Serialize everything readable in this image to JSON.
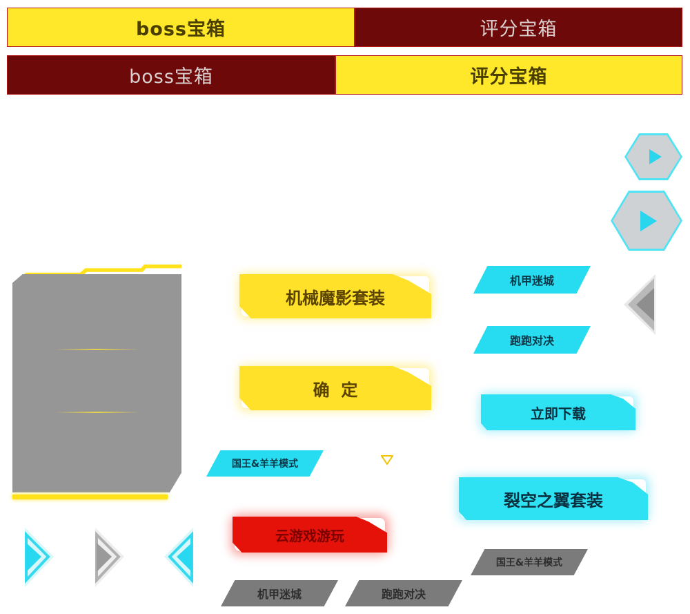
{
  "tabs_row1": [
    {
      "label": "boss宝箱",
      "active": true
    },
    {
      "label": "评分宝箱",
      "active": false
    }
  ],
  "tabs_row2": [
    {
      "label": "boss宝箱",
      "active": false
    },
    {
      "label": "评分宝箱",
      "active": true
    }
  ],
  "buttons": {
    "mecha_shadow_suit": "机械魔影套装",
    "confirm": "确  定",
    "download_now": "立即下载",
    "rift_wings_suit": "裂空之翼套装",
    "cloud_gaming": "云游戏游玩"
  },
  "tags": {
    "mecha_maze_cyan": "机甲迷城",
    "run_duel_cyan": "跑跑对决",
    "king_sheep_cyan": "国王&羊羊模式",
    "king_sheep_gray": "国王&羊羊模式",
    "mecha_maze_gray": "机甲迷城",
    "run_duel_gray": "跑跑对决"
  },
  "colors": {
    "yellow": "#ffe12a",
    "dark_red": "#6e0909",
    "cyan": "#2ee1f3",
    "gray": "#7b7b7b",
    "red": "#e5120a"
  },
  "icons": [
    "play-hex-icon",
    "play-hex-large-icon",
    "arrow-left-gray-icon",
    "arrow-right-cyan-icon",
    "arrow-right-gray-icon",
    "arrow-left-cyan-icon",
    "dropdown-triangle-icon"
  ]
}
